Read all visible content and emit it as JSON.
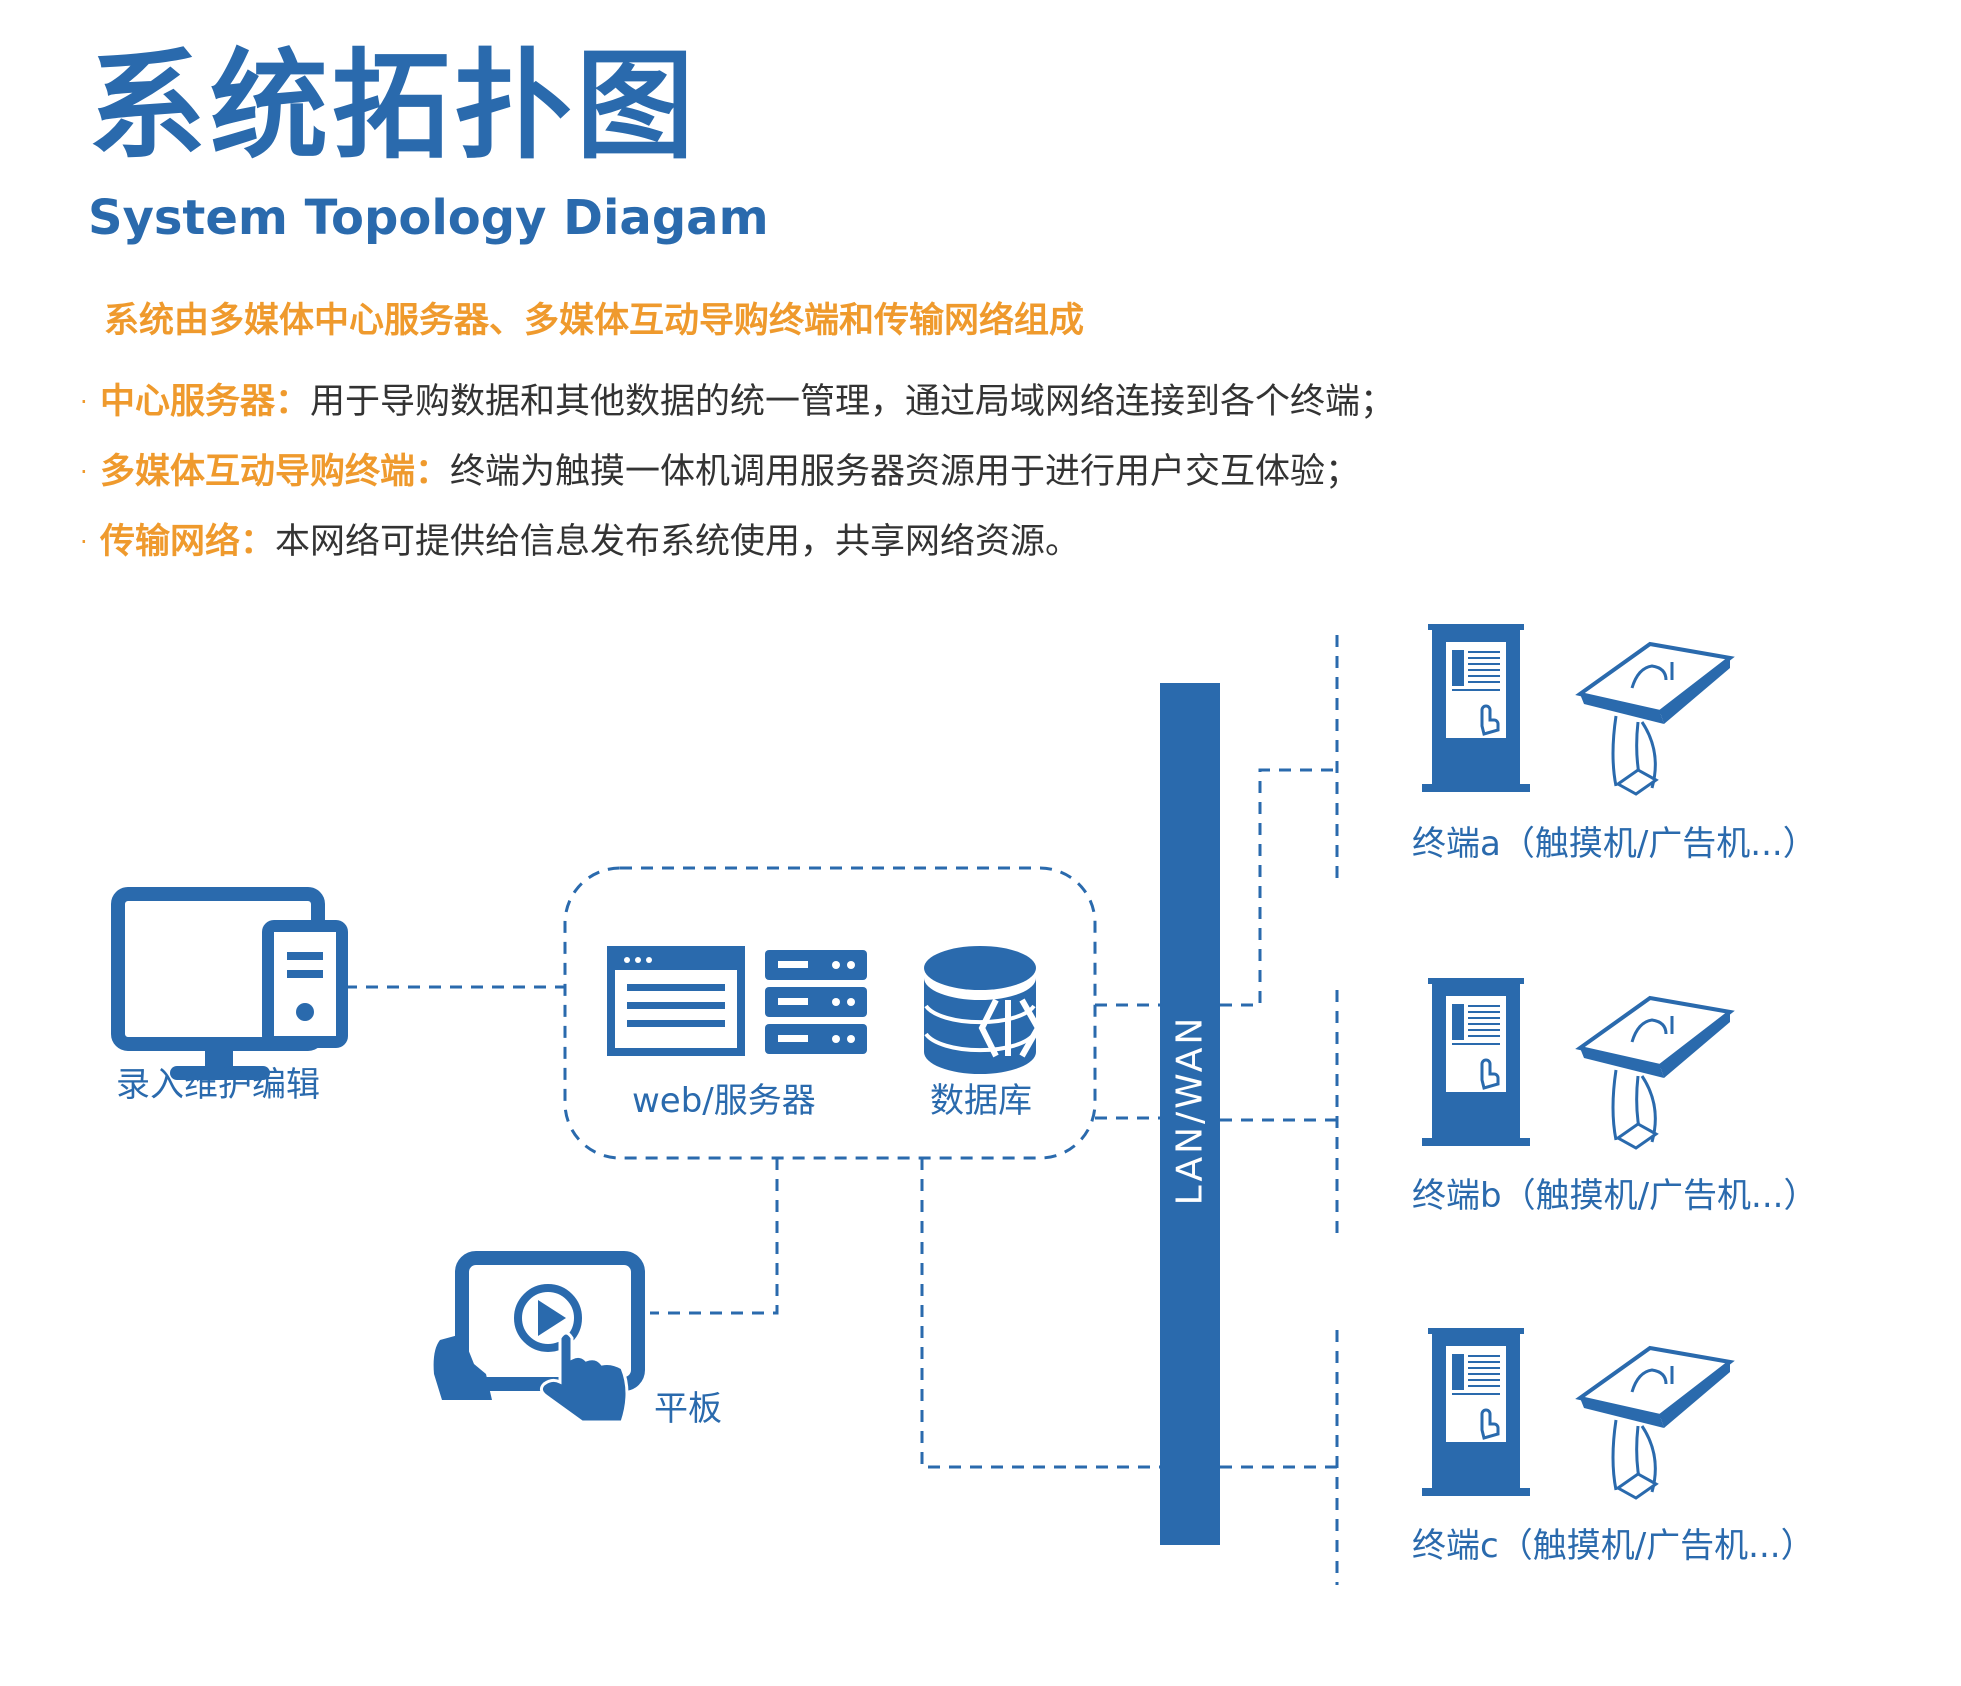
{
  "header": {
    "title": "系统拓扑图",
    "subtitle": "System Topology Diagam"
  },
  "intro": "系统由多媒体中心服务器、多媒体互动导购终端和传输网络组成",
  "bullets": [
    {
      "key": "中心服务器：",
      "text": "用于导购数据和其他数据的统一管理，通过局域网络连接到各个终端；"
    },
    {
      "key": "多媒体互动导购终端：",
      "text": "终端为触摸一体机调用服务器资源用于进行用户交互体验；"
    },
    {
      "key": "传输网络：",
      "text": "本网络可提供给信息发布系统使用，共享网络资源。"
    }
  ],
  "diagram": {
    "editor_label": "录入维护编辑",
    "web_server_label": "web/服务器",
    "database_label": "数据库",
    "tablet_label": "平板",
    "network_label": "LAN/WAN",
    "terminals": [
      {
        "label": "终端a（触摸机/广告机...）"
      },
      {
        "label": "终端b（触摸机/广告机...）"
      },
      {
        "label": "终端c（触摸机/广告机...）"
      }
    ]
  },
  "colors": {
    "primary_blue": "#2a6aad",
    "accent_orange": "#ef9a2d",
    "body_text": "#333333"
  },
  "icons": [
    "desktop-computer-icon",
    "web-page-icon",
    "server-rack-icon",
    "database-icon",
    "tablet-touch-icon",
    "kiosk-icon",
    "touch-table-icon"
  ]
}
